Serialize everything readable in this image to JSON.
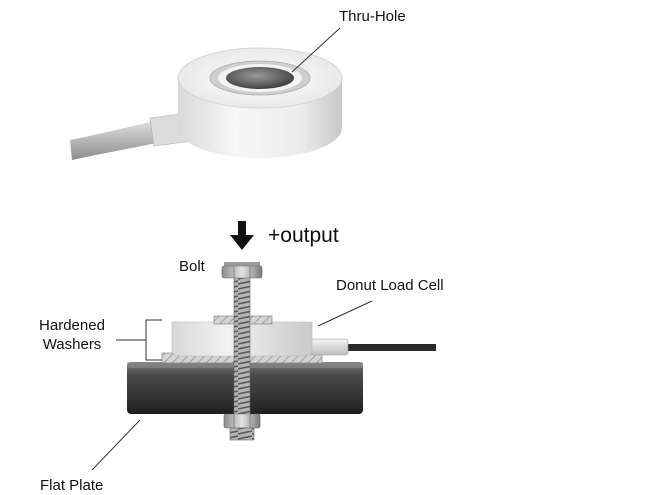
{
  "top_illustration": {
    "thru_hole_label": "Thru-Hole"
  },
  "mounting_diagram": {
    "force_label": "+output",
    "bolt_label": "Bolt",
    "donut_label": "Donut Load Cell",
    "washers_label_line1": "Hardened",
    "washers_label_line2": "Washers",
    "plate_label": "Flat Plate"
  }
}
